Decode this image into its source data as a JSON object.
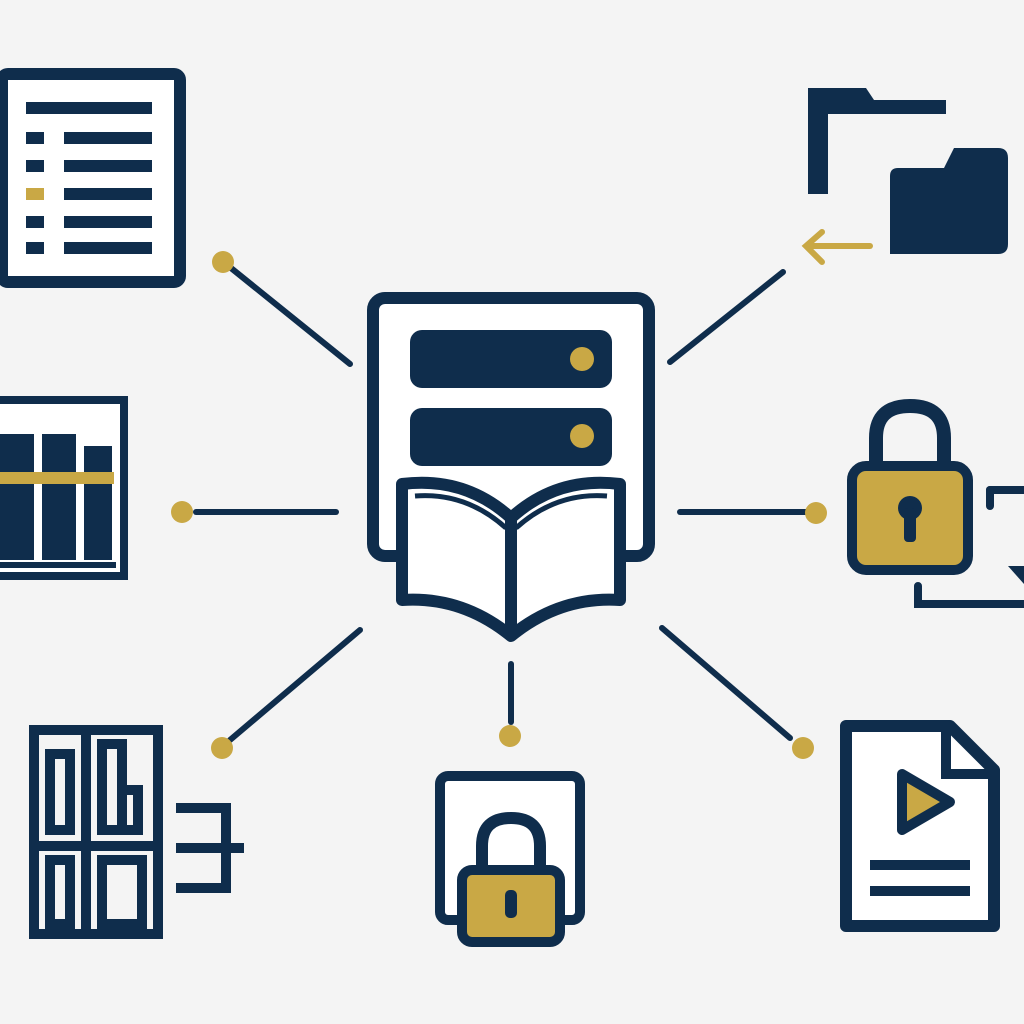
{
  "colors": {
    "background": "#f4f4f4",
    "navy": "#0f2d4c",
    "gold": "#c9a845",
    "white": "#ffffff"
  },
  "hub": {
    "icon": "server-book-icon",
    "parts": [
      "server-unit-top",
      "server-unit-bottom",
      "open-book"
    ]
  },
  "nodes": [
    {
      "id": "document-list",
      "icon": "document-list-icon",
      "position": "top-left"
    },
    {
      "id": "folders",
      "icon": "folder-transfer-icon",
      "position": "top-right"
    },
    {
      "id": "library-shelf",
      "icon": "bookshelf-icon",
      "position": "middle-left"
    },
    {
      "id": "secure-sync",
      "icon": "padlock-sync-icon",
      "position": "middle-right"
    },
    {
      "id": "archive-boxes",
      "icon": "archive-cabinet-icon",
      "position": "bottom-left"
    },
    {
      "id": "secure-file",
      "icon": "locked-file-icon",
      "position": "bottom-center"
    },
    {
      "id": "video-file",
      "icon": "video-file-icon",
      "position": "bottom-right"
    }
  ]
}
